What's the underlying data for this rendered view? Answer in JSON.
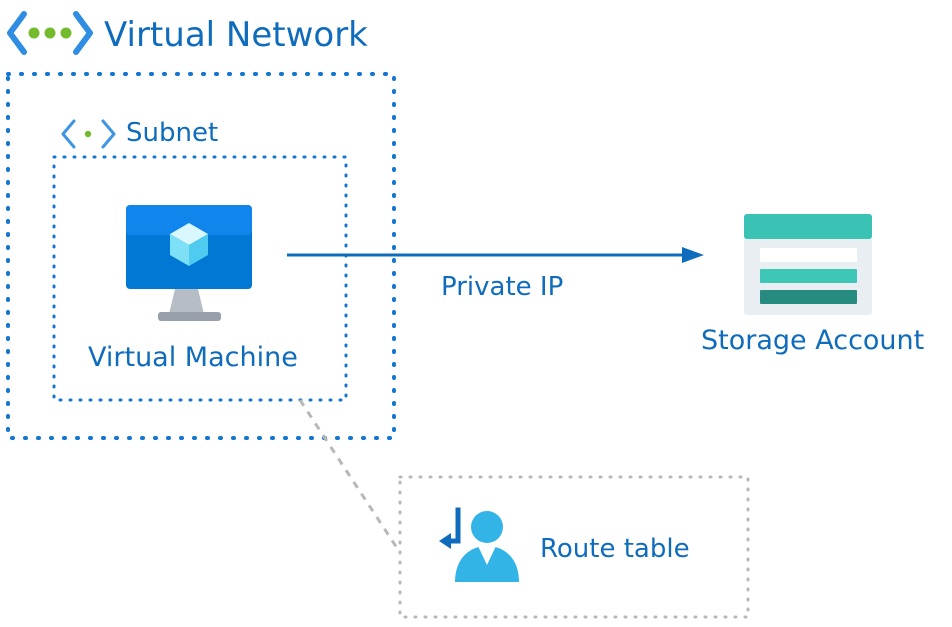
{
  "diagram": {
    "virtual_network": {
      "label": "Virtual Network",
      "icon": "virtual-network-icon"
    },
    "subnet": {
      "label": "Subnet",
      "icon": "subnet-icon"
    },
    "virtual_machine": {
      "label": "Virtual Machine",
      "icon": "virtual-machine-icon"
    },
    "edge": {
      "label": "Private IP"
    },
    "storage_account": {
      "label": "Storage Account",
      "icon": "storage-account-icon"
    },
    "route_table": {
      "label": "Route table",
      "icon": "route-table-icon"
    }
  },
  "colors": {
    "blue": "#0f6cbd",
    "dot_blue": "#1376d1",
    "gray_dot": "#b8b8b8",
    "vm_screen": "#0078d4",
    "vm_screen_light": "#1e90ff",
    "vm_cube": "#7ee0f7",
    "vm_stand": "#b7bdc4",
    "storage_top": "#3ac3b5",
    "storage_mid": "#3ec7b6",
    "storage_dark": "#278b80",
    "route_user": "#33b4e6",
    "route_arrow": "#0f6cbd",
    "subnet_green": "#73bb2d"
  }
}
